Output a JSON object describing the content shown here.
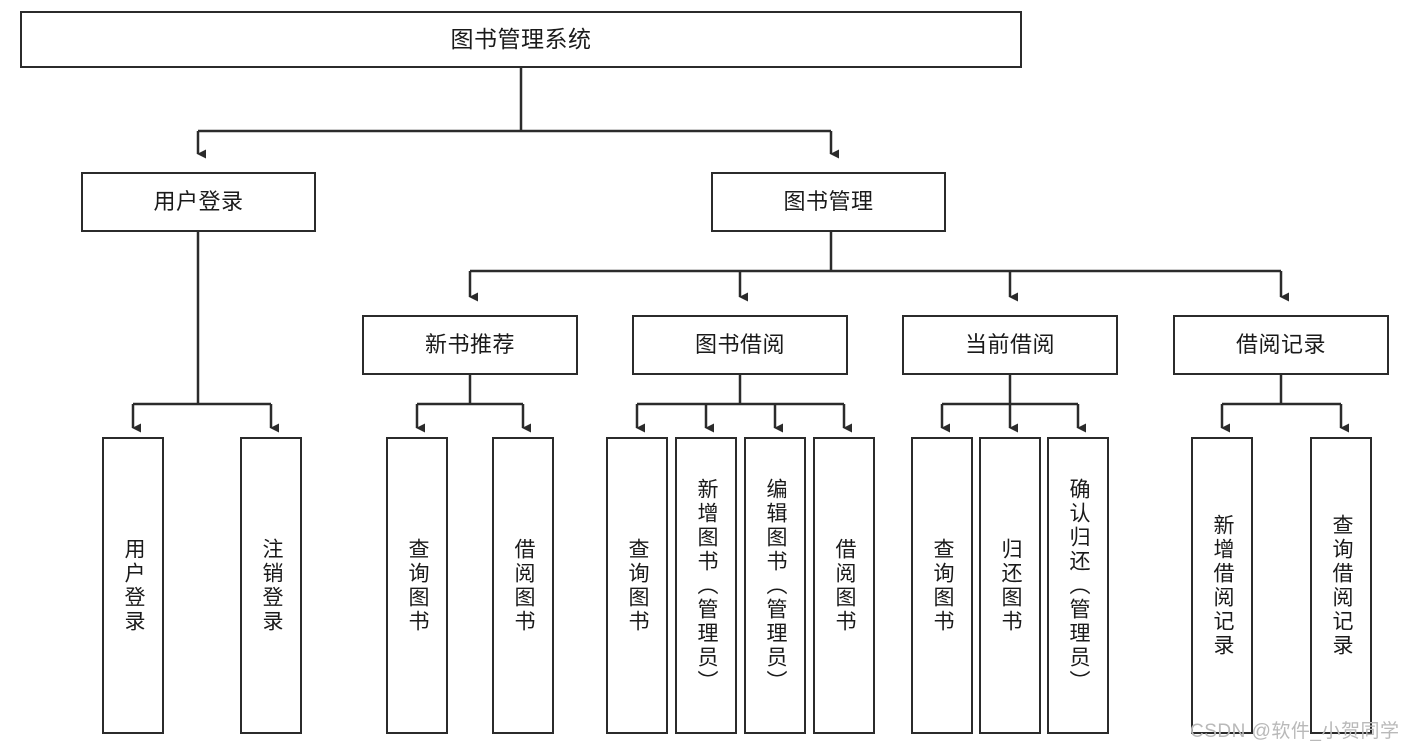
{
  "diagram": {
    "title": "图书管理系统",
    "type": "hierarchy-tree",
    "levels": 4,
    "root": {
      "id": "root",
      "label": "图书管理系统",
      "orientation": "horizontal"
    },
    "level2": [
      {
        "id": "user-login",
        "label": "用户登录",
        "orientation": "horizontal"
      },
      {
        "id": "book-management",
        "label": "图书管理",
        "orientation": "horizontal"
      }
    ],
    "level3": [
      {
        "id": "new-book-recommend",
        "label": "新书推荐",
        "orientation": "horizontal",
        "parent": "book-management"
      },
      {
        "id": "book-borrow",
        "label": "图书借阅",
        "orientation": "horizontal",
        "parent": "book-management"
      },
      {
        "id": "current-borrow",
        "label": "当前借阅",
        "orientation": "horizontal",
        "parent": "book-management"
      },
      {
        "id": "borrow-record",
        "label": "借阅记录",
        "orientation": "horizontal",
        "parent": "book-management"
      }
    ],
    "leaves": [
      {
        "id": "leaf-user-login",
        "label": "用户登录",
        "parent": "user-login"
      },
      {
        "id": "leaf-logout-login",
        "label": "注销登录",
        "parent": "user-login"
      },
      {
        "id": "leaf-query-book-1",
        "label": "查询图书",
        "parent": "new-book-recommend"
      },
      {
        "id": "leaf-borrow-book-1",
        "label": "借阅图书",
        "parent": "new-book-recommend"
      },
      {
        "id": "leaf-query-book-2",
        "label": "查询图书",
        "parent": "book-borrow"
      },
      {
        "id": "leaf-add-book",
        "label": "新增图书（管理员）",
        "parent": "book-borrow"
      },
      {
        "id": "leaf-edit-book",
        "label": "编辑图书（管理员）",
        "parent": "book-borrow"
      },
      {
        "id": "leaf-borrow-book-2",
        "label": "借阅图书",
        "parent": "book-borrow"
      },
      {
        "id": "leaf-query-book-3",
        "label": "查询图书",
        "parent": "current-borrow"
      },
      {
        "id": "leaf-return-book",
        "label": "归还图书",
        "parent": "current-borrow"
      },
      {
        "id": "leaf-confirm-return",
        "label": "确认归还（管理员）",
        "parent": "current-borrow"
      },
      {
        "id": "leaf-add-record",
        "label": "新增借阅记录",
        "parent": "borrow-record"
      },
      {
        "id": "leaf-query-record",
        "label": "查询借阅记录",
        "parent": "borrow-record"
      }
    ],
    "watermark": "CSDN @软件_小贺同学",
    "colors": {
      "stroke": "#2b2b2b",
      "fill": "#ffffff",
      "text": "#1a1a1a",
      "watermark": "#b9b9b9"
    }
  }
}
